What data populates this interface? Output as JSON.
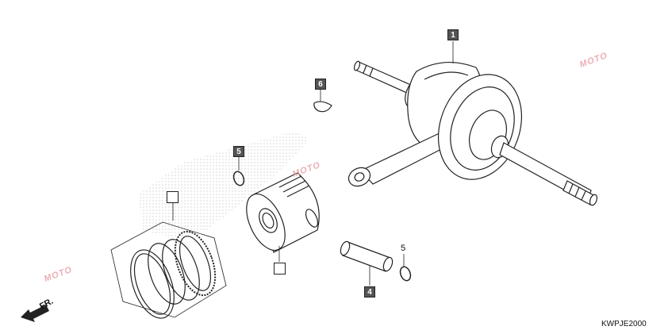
{
  "diagram": {
    "code": "KWPJE2000",
    "direction_label": "FR.",
    "callouts": [
      {
        "id": "crankshaft",
        "label": "1",
        "style": "filled"
      },
      {
        "id": "pin-key",
        "label": "6",
        "style": "filled"
      },
      {
        "id": "clip-upper",
        "label": "5",
        "style": "filled"
      },
      {
        "id": "ring-set",
        "label": "",
        "style": "empty"
      },
      {
        "id": "piston",
        "label": "",
        "style": "empty"
      },
      {
        "id": "piston-pin",
        "label": "4",
        "style": "filled"
      },
      {
        "id": "clip-lower",
        "label": "5",
        "style": "plain"
      }
    ],
    "watermark": "MOTO",
    "colors": {
      "line": "#222222",
      "callout_fill": "#555555",
      "stipple": "#c8c8c8",
      "watermark": "#e7a1a8"
    }
  }
}
